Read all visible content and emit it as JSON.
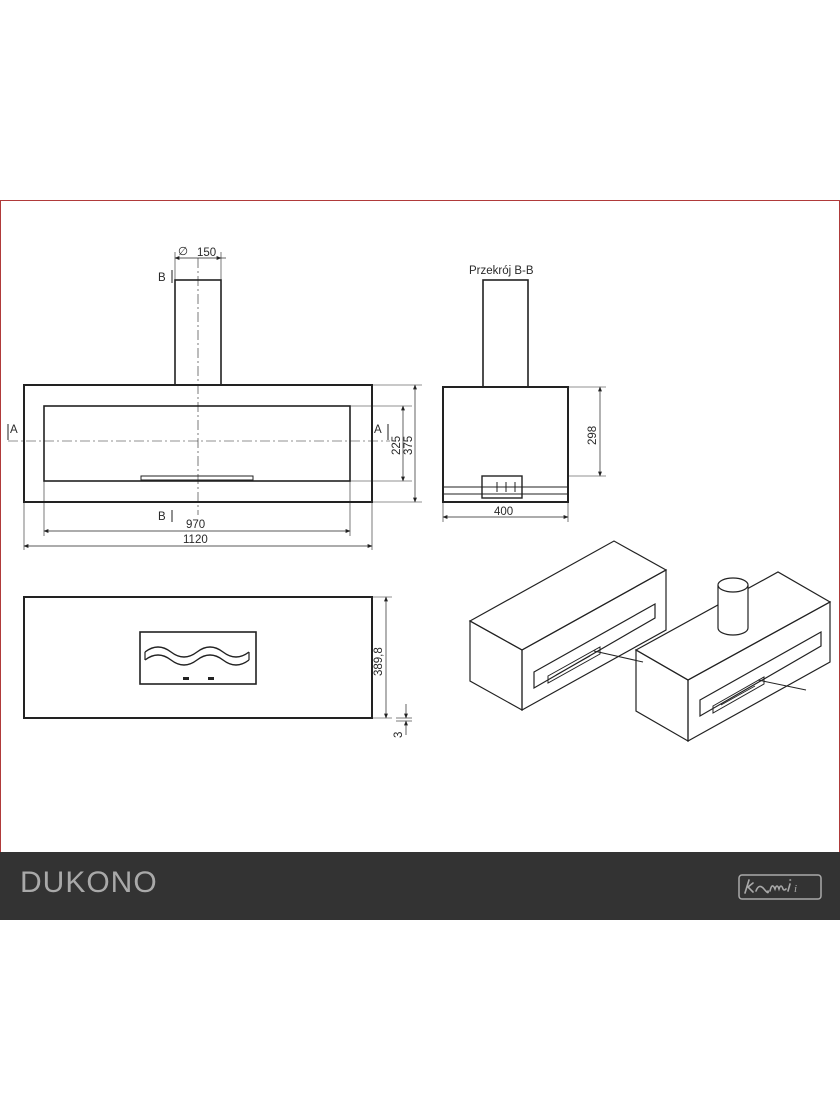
{
  "drawing": {
    "front_view": {
      "diameter_symbol": "∅",
      "chimney_diameter": "150",
      "section_marker_top": "B",
      "section_marker_bottom": "B",
      "side_marker_left": "A",
      "side_marker_right": "A",
      "inner_width": "970",
      "total_width": "1120",
      "inner_height": "225",
      "total_height": "375"
    },
    "section_view": {
      "title": "Przekrój B-B",
      "height": "298",
      "depth": "400"
    },
    "top_view": {
      "depth": "389,8",
      "offset": "3"
    }
  },
  "footer": {
    "title": "DUKONO",
    "brand": "kami",
    "background_color": "#333333",
    "title_color": "#a9a9a9"
  }
}
